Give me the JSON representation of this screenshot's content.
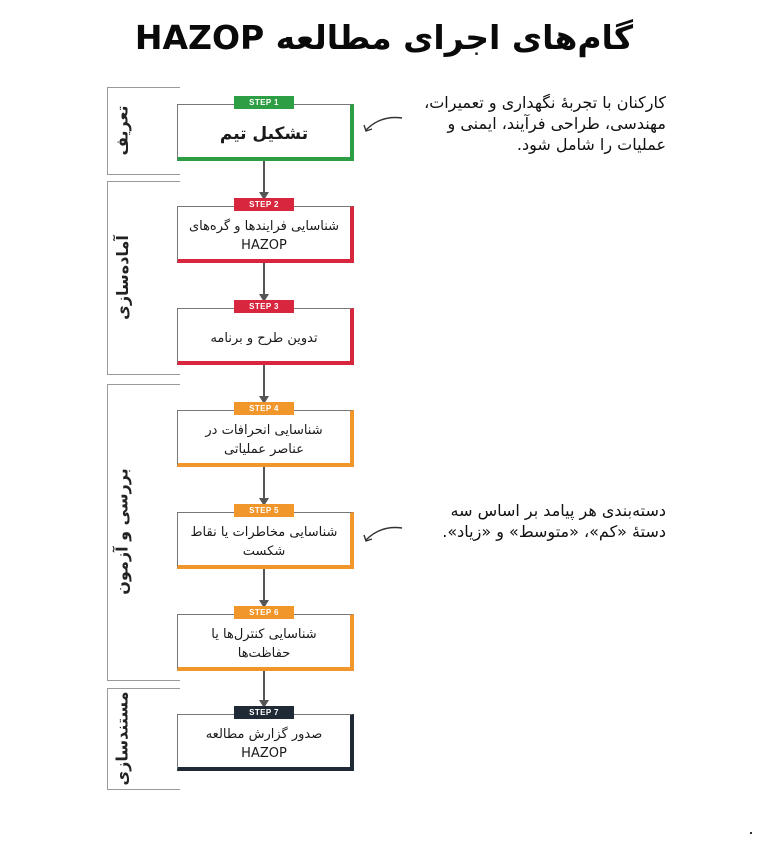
{
  "title": "گام‌های اجرای مطالعه HAZOP",
  "phases": [
    {
      "label": "تعریف"
    },
    {
      "label": "آماده‌سازی"
    },
    {
      "label": "بررسی و آزمون"
    },
    {
      "label": "مستندسازی"
    }
  ],
  "steps": [
    {
      "badge": "STEP 1",
      "text": "تشکیل تیم",
      "color": "#2e9e44"
    },
    {
      "badge": "STEP 2",
      "text": "شناسایی فرایندها و گره‌های  HAZOP",
      "color": "#d7263d"
    },
    {
      "badge": "STEP 3",
      "text": "تدوین طرح و برنامه",
      "color": "#d7263d"
    },
    {
      "badge": "STEP 4",
      "text": "شناسایی انحرافات در عناصر عملیاتی",
      "color": "#f0962b"
    },
    {
      "badge": "STEP 5",
      "text": "شناسایی مخاطرات یا نقاط شکست",
      "color": "#f0962b"
    },
    {
      "badge": "STEP 6",
      "text": "شناسایی کنترل‌ها یا حفاظت‌ها",
      "color": "#f0962b"
    },
    {
      "badge": "STEP 7",
      "text": "صدور گزارش مطالعه HAZOP",
      "color": "#1f2a36"
    }
  ],
  "notes": [
    {
      "text": "کارکنان با تجربۀ نگهداری و تعمیرات، مهندسی، طراحی فرآیند، ایمنی و عملیات را شامل شود."
    },
    {
      "text": "دسته‌بندی هر پیامد بر اساس سه دستۀ «کم»، «متوسط» و «زیاد»."
    }
  ]
}
